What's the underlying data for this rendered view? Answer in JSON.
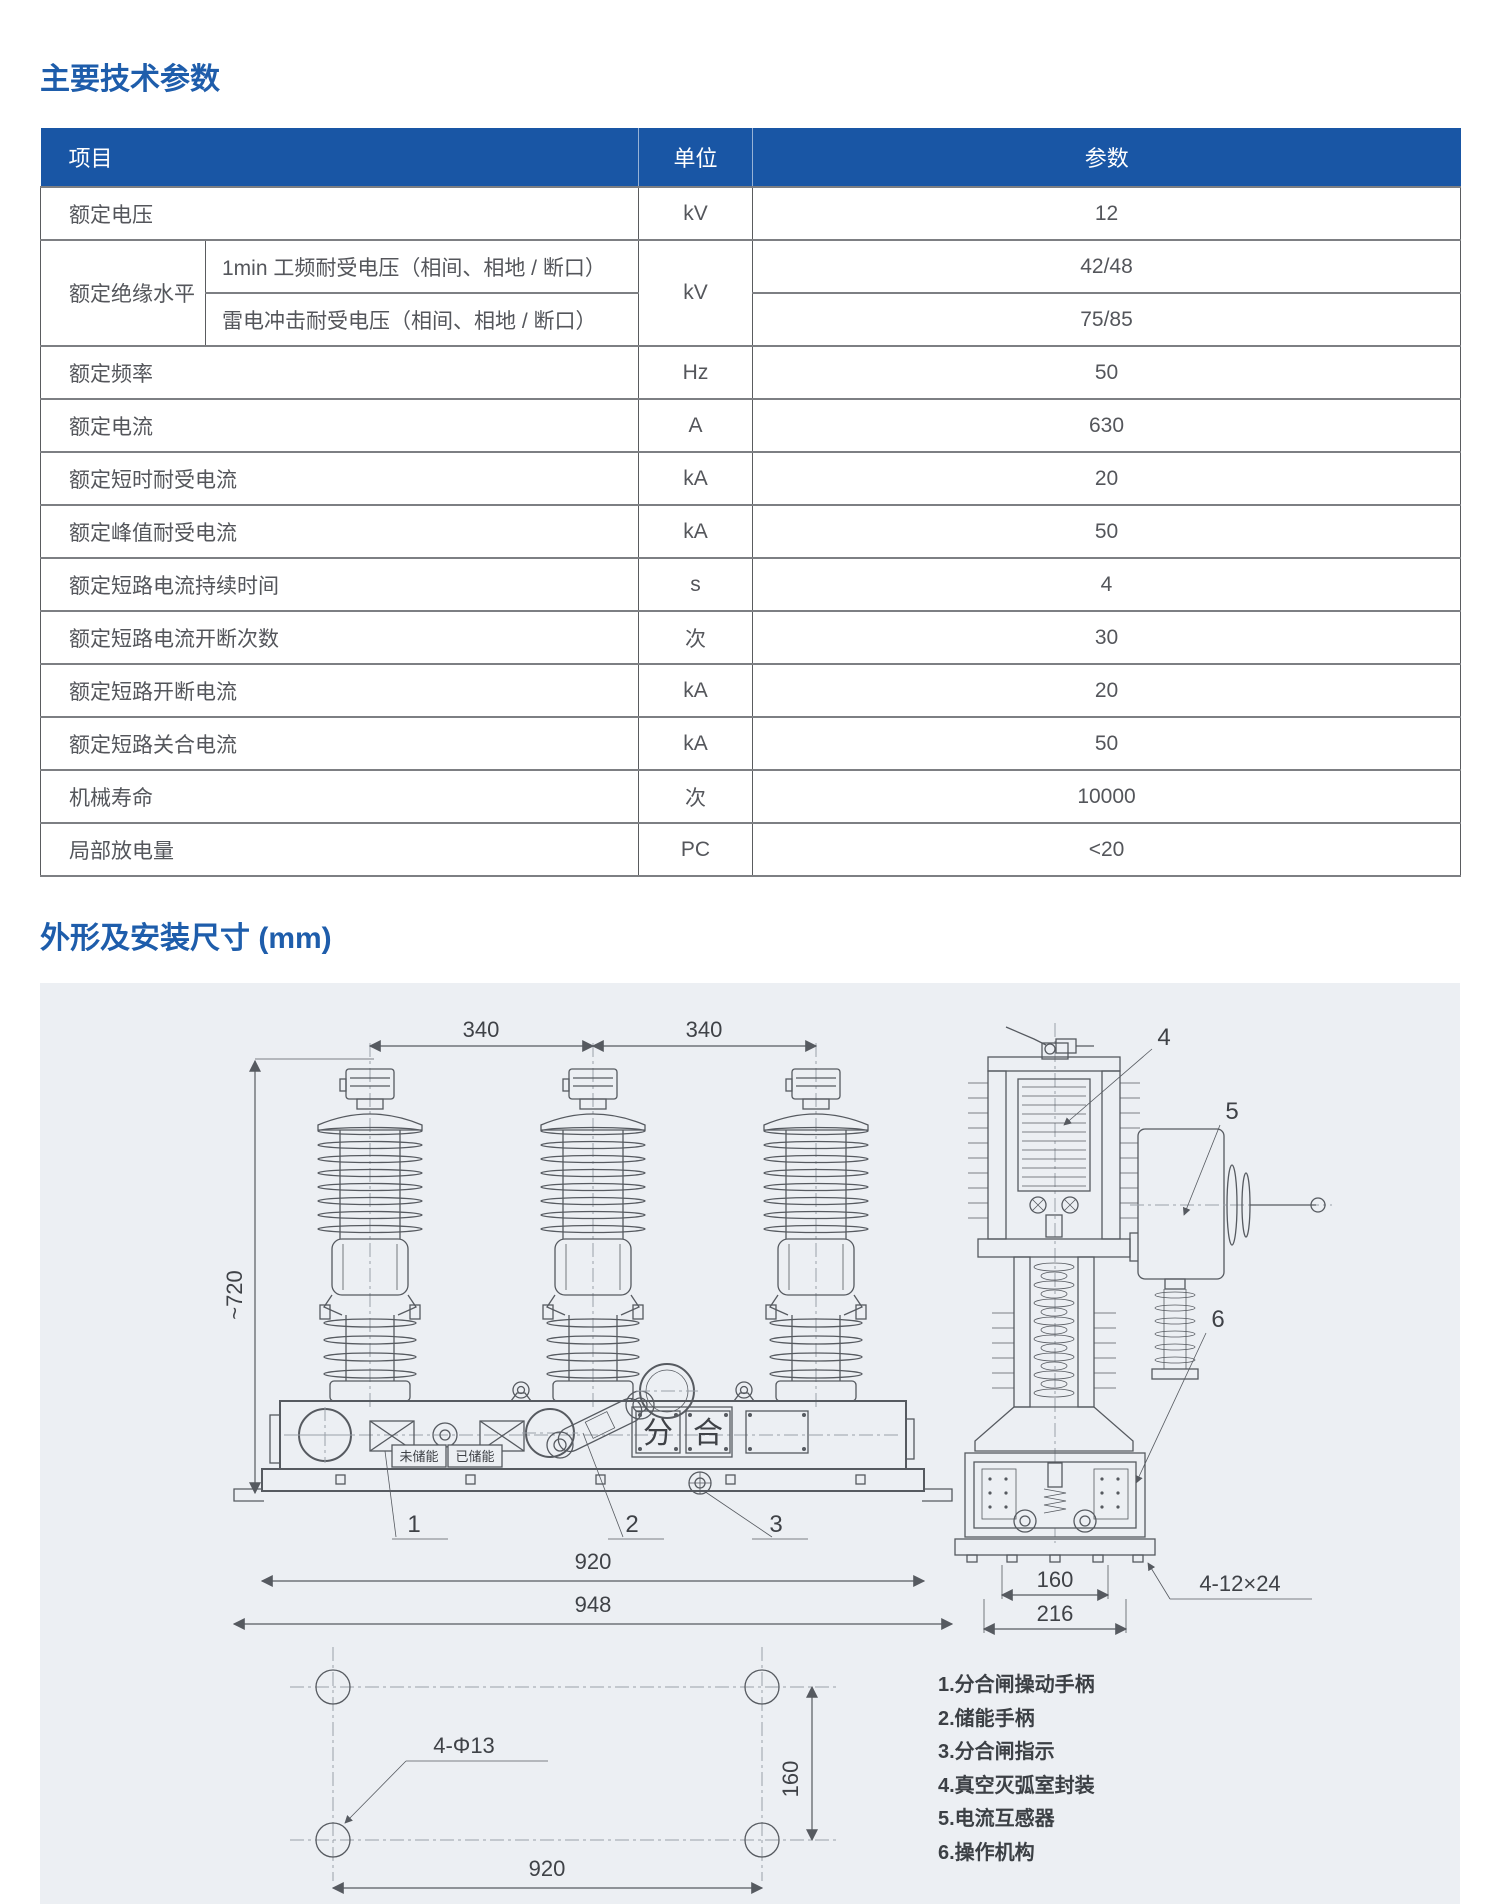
{
  "page": {
    "section1_title": "主要技术参数",
    "section2_title": "外形及安装尺寸 (mm)"
  },
  "table": {
    "headers": {
      "item": "项目",
      "unit": "单位",
      "value": "参数"
    },
    "rows": [
      {
        "cells": [
          {
            "t": "额定电压",
            "cs": 2,
            "cls": "c-item"
          },
          {
            "t": "kV",
            "cls": "c-unit"
          },
          {
            "t": "12",
            "cls": "c-val"
          }
        ]
      },
      {
        "cells": [
          {
            "t": "额定绝缘水平",
            "rs": 2,
            "cls": "c-item"
          },
          {
            "t": "1min 工频耐受电压（相间、相地 / 断口）",
            "cls": "c-sub"
          },
          {
            "t": "kV",
            "rs": 2,
            "cls": "c-unit"
          },
          {
            "t": "42/48",
            "cls": "c-val"
          }
        ]
      },
      {
        "cells": [
          {
            "t": "雷电冲击耐受电压（相间、相地 / 断口）",
            "cls": "c-sub"
          },
          {
            "t": "75/85",
            "cls": "c-val"
          }
        ]
      },
      {
        "cells": [
          {
            "t": "额定频率",
            "cs": 2,
            "cls": "c-item"
          },
          {
            "t": "Hz",
            "cls": "c-unit"
          },
          {
            "t": "50",
            "cls": "c-val"
          }
        ]
      },
      {
        "cells": [
          {
            "t": "额定电流",
            "cs": 2,
            "cls": "c-item"
          },
          {
            "t": "A",
            "cls": "c-unit"
          },
          {
            "t": "630",
            "cls": "c-val"
          }
        ]
      },
      {
        "cells": [
          {
            "t": "额定短时耐受电流",
            "cs": 2,
            "cls": "c-item"
          },
          {
            "t": "kA",
            "cls": "c-unit"
          },
          {
            "t": "20",
            "cls": "c-val"
          }
        ]
      },
      {
        "cells": [
          {
            "t": "额定峰值耐受电流",
            "cs": 2,
            "cls": "c-item"
          },
          {
            "t": "kA",
            "cls": "c-unit"
          },
          {
            "t": "50",
            "cls": "c-val"
          }
        ]
      },
      {
        "cells": [
          {
            "t": "额定短路电流持续时间",
            "cs": 2,
            "cls": "c-item"
          },
          {
            "t": "s",
            "cls": "c-unit"
          },
          {
            "t": "4",
            "cls": "c-val"
          }
        ]
      },
      {
        "cells": [
          {
            "t": "额定短路电流开断次数",
            "cs": 2,
            "cls": "c-item"
          },
          {
            "t": "次",
            "cls": "c-unit"
          },
          {
            "t": "30",
            "cls": "c-val"
          }
        ]
      },
      {
        "cells": [
          {
            "t": "额定短路开断电流",
            "cs": 2,
            "cls": "c-item"
          },
          {
            "t": "kA",
            "cls": "c-unit"
          },
          {
            "t": "20",
            "cls": "c-val"
          }
        ]
      },
      {
        "cells": [
          {
            "t": "额定短路关合电流",
            "cs": 2,
            "cls": "c-item"
          },
          {
            "t": "kA",
            "cls": "c-unit"
          },
          {
            "t": "50",
            "cls": "c-val"
          }
        ]
      },
      {
        "cells": [
          {
            "t": "机械寿命",
            "cs": 2,
            "cls": "c-item"
          },
          {
            "t": "次",
            "cls": "c-unit"
          },
          {
            "t": "10000",
            "cls": "c-val"
          }
        ]
      },
      {
        "cells": [
          {
            "t": "局部放电量",
            "cs": 2,
            "cls": "c-item"
          },
          {
            "t": "PC",
            "cls": "c-unit"
          },
          {
            "t": "<20",
            "cls": "c-val"
          }
        ]
      }
    ]
  },
  "drawing": {
    "front": {
      "dim_span_left": "340",
      "dim_span_right": "340",
      "dim_height": "~720",
      "dim_base_inner": "920",
      "dim_base_outer": "948",
      "callout_1": "1",
      "callout_2": "2",
      "callout_3": "3",
      "plate_open": "分",
      "plate_close": "合",
      "tag_not_charged": "未储能",
      "tag_charged": "已储能"
    },
    "side": {
      "callout_4": "4",
      "callout_5": "5",
      "callout_6": "6",
      "dim_inner": "160",
      "dim_outer": "216",
      "bolt_note": "4-12×24"
    },
    "plan": {
      "hole_note": "4-Φ13",
      "dim_width": "920",
      "dim_height": "160"
    },
    "legend": [
      "1.分合闸操动手柄",
      "2.储能手柄",
      "3.分合闸指示",
      "4.真空灭弧室封装",
      "5.电流互感器",
      "6.操作机构"
    ],
    "colors": {
      "accent_blue": "#1956a5",
      "panel_bg": "#eceff3",
      "line": "#565a60"
    }
  }
}
